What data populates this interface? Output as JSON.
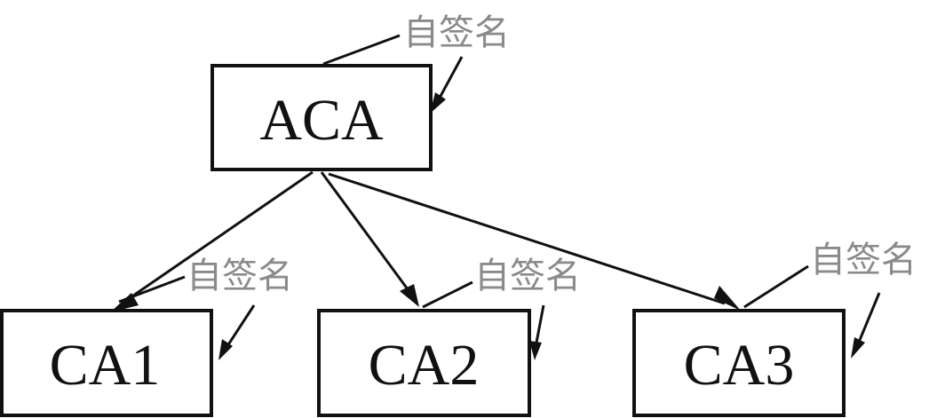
{
  "diagram": {
    "nodes": [
      {
        "id": "aca",
        "label": "ACA"
      },
      {
        "id": "ca1",
        "label": "CA1"
      },
      {
        "id": "ca2",
        "label": "CA2"
      },
      {
        "id": "ca3",
        "label": "CA3"
      }
    ],
    "edges": [
      {
        "from": "aca",
        "to": "ca1"
      },
      {
        "from": "aca",
        "to": "ca2"
      },
      {
        "from": "aca",
        "to": "ca3"
      }
    ],
    "self_sign_labels": [
      {
        "node": "aca",
        "text": "自签名"
      },
      {
        "node": "ca1",
        "text": "自签名"
      },
      {
        "node": "ca2",
        "text": "自签名"
      },
      {
        "node": "ca3",
        "text": "自签名"
      }
    ],
    "colors": {
      "line": "#111111",
      "label": "#8a8a8a",
      "box_fill": "#ffffff"
    }
  }
}
